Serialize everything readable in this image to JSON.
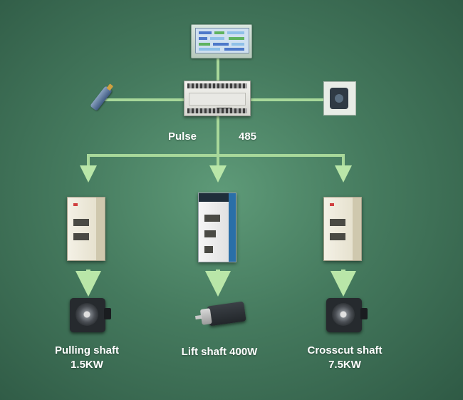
{
  "labels": {
    "pulse": "Pulse",
    "rs485": "485"
  },
  "devices": [
    {
      "line1": "Pulling shaft",
      "line2": "1.5KW"
    },
    {
      "line1": "Lift shaft 400W",
      "line2": ""
    },
    {
      "line1": "Crosscut shaft",
      "line2": "7.5KW"
    }
  ],
  "colors": {
    "connector": "#a8d89a",
    "arrow": "#b9e6a8",
    "text": "#ffffff",
    "background": "#457a5e"
  },
  "icons": [
    "hmi-panel-icon",
    "plc-icon",
    "proximity-sensor-icon",
    "encoder-icon",
    "servo-drive-icon",
    "servo-motor-icon"
  ]
}
